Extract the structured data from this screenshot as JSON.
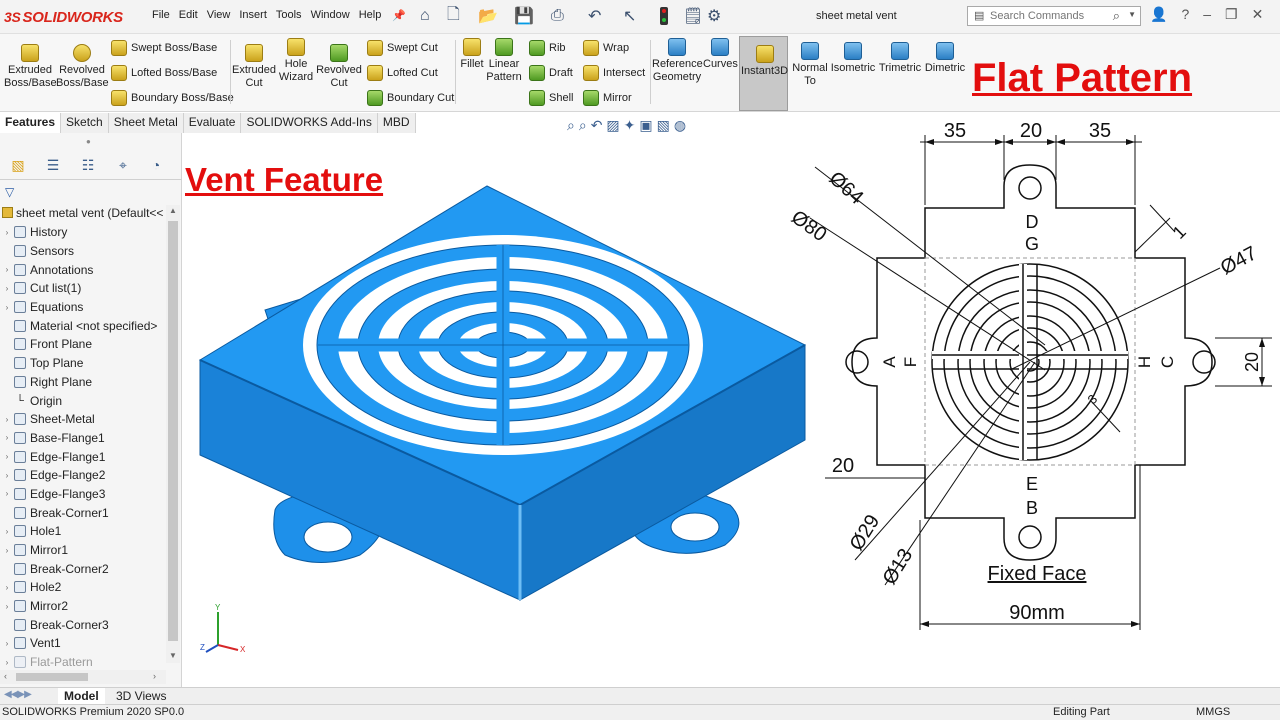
{
  "app": {
    "brand_prefix": "3S",
    "brand": "SOLIDWORKS",
    "doc_title": "sheet metal vent"
  },
  "menu": [
    "File",
    "Edit",
    "View",
    "Insert",
    "Tools",
    "Window",
    "Help"
  ],
  "search": {
    "placeholder": "Search Commands"
  },
  "ribbon": {
    "extruded_boss": "Extruded Boss/Base",
    "revolved_boss": "Revolved Boss/Base",
    "swept_boss": "Swept Boss/Base",
    "lofted_boss": "Lofted Boss/Base",
    "boundary_boss": "Boundary Boss/Base",
    "extruded_cut": "Extruded Cut",
    "hole_wizard": "Hole Wizard",
    "revolved_cut": "Revolved Cut",
    "swept_cut": "Swept Cut",
    "lofted_cut": "Lofted Cut",
    "boundary_cut": "Boundary Cut",
    "fillet": "Fillet",
    "linear_pattern": "Linear Pattern",
    "rib": "Rib",
    "draft": "Draft",
    "shell": "Shell",
    "wrap": "Wrap",
    "intersect": "Intersect",
    "mirror": "Mirror",
    "reference_geometry": "Reference Geometry",
    "curves": "Curves",
    "instant3d": "Instant3D",
    "normal_to": "Normal To",
    "isometric": "Isometric",
    "trimetric": "Trimetric",
    "dimetric": "Dimetric"
  },
  "command_tabs": [
    "Features",
    "Sketch",
    "Sheet Metal",
    "Evaluate",
    "SOLIDWORKS Add-Ins",
    "MBD"
  ],
  "tree": {
    "root": "sheet metal vent  (Default<<",
    "items": [
      {
        "label": "History",
        "icon": "folder-icon"
      },
      {
        "label": "Sensors",
        "icon": "sensor-icon"
      },
      {
        "label": "Annotations",
        "icon": "annotation-icon"
      },
      {
        "label": "Cut list(1)",
        "icon": "cutlist-icon"
      },
      {
        "label": "Equations",
        "icon": "equation-icon"
      },
      {
        "label": "Material <not specified>",
        "icon": "material-icon"
      },
      {
        "label": "Front Plane",
        "icon": "plane-icon"
      },
      {
        "label": "Top Plane",
        "icon": "plane-icon"
      },
      {
        "label": "Right Plane",
        "icon": "plane-icon"
      },
      {
        "label": "Origin",
        "icon": "origin-icon"
      },
      {
        "label": "Sheet-Metal",
        "icon": "sheetmetal-icon"
      },
      {
        "label": "Base-Flange1",
        "icon": "flange-icon"
      },
      {
        "label": "Edge-Flange1",
        "icon": "flange-icon"
      },
      {
        "label": "Edge-Flange2",
        "icon": "flange-icon"
      },
      {
        "label": "Edge-Flange3",
        "icon": "flange-icon"
      },
      {
        "label": "Break-Corner1",
        "icon": "break-corner-icon"
      },
      {
        "label": "Hole1",
        "icon": "hole-icon"
      },
      {
        "label": "Mirror1",
        "icon": "mirror-icon"
      },
      {
        "label": "Break-Corner2",
        "icon": "break-corner-icon"
      },
      {
        "label": "Hole2",
        "icon": "hole-icon"
      },
      {
        "label": "Mirror2",
        "icon": "mirror-icon"
      },
      {
        "label": "Break-Corner3",
        "icon": "break-corner-icon"
      },
      {
        "label": "Vent1",
        "icon": "vent-icon"
      },
      {
        "label": "Flat-Pattern",
        "icon": "flat-pattern-icon"
      }
    ]
  },
  "viewport": {
    "title_left": "Vent Feature",
    "title_right": "Flat Pattern",
    "drawing": {
      "dim_top": [
        "35",
        "20",
        "35"
      ],
      "dia_64": "Ø64",
      "dia_80": "Ø80",
      "dia_47": "Ø47",
      "dia_29": "Ø29",
      "dia_13": "Ø13",
      "thickness": "1",
      "small": "3",
      "right_20": "20",
      "left_20": "20",
      "bottom": "90mm",
      "fixed_face": "Fixed Face",
      "letters": {
        "D": "D",
        "G": "G",
        "A": "A",
        "F": "F",
        "H": "H",
        "C": "C",
        "E": "E",
        "B": "B"
      }
    },
    "axes": {
      "x": "X",
      "y": "Y",
      "z": "Z"
    }
  },
  "bottom_tabs": [
    "Model",
    "3D Views"
  ],
  "status": {
    "product": "SOLIDWORKS Premium 2020 SP0.0",
    "mode": "Editing Part",
    "units": "MMGS"
  },
  "colors": {
    "accent_red": "#e30e0e",
    "part_blue": "#1e90ea",
    "brand_red": "#d9261c"
  }
}
